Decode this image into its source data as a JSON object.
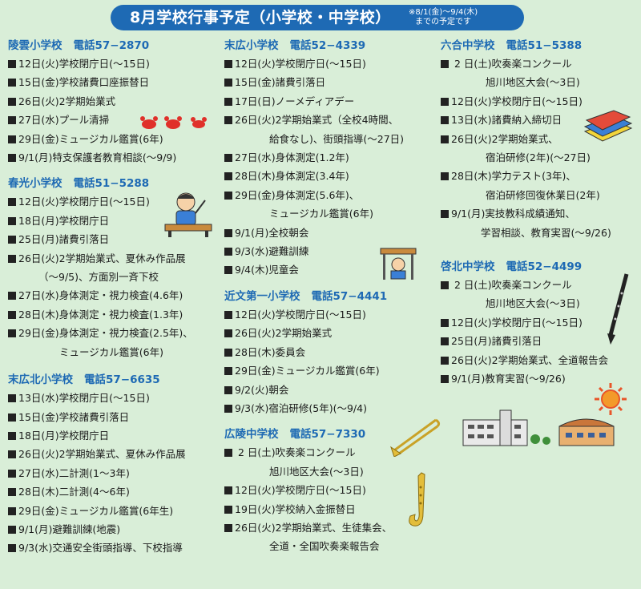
{
  "title": "8月学校行事予定（小学校・中学校）",
  "title_note": [
    "※8/1(金)〜9/4(木)",
    "までの予定です"
  ],
  "colors": {
    "heading": "#1e6ab4",
    "background": "#d9eed8",
    "title_bar": "#1e6ab4"
  },
  "columns": [
    {
      "schools": [
        {
          "name": "陵雲小学校",
          "tel": "電話57−2870",
          "events": [
            {
              "text": "12日(火)学校閉庁日(〜15日)"
            },
            {
              "text": "15日(金)学校諸費口座振替日"
            },
            {
              "text": "26日(火)2学期始業式"
            },
            {
              "text": "27日(水)プール清掃"
            },
            {
              "text": "29日(金)ミュージカル鑑賞(6年)"
            },
            {
              "text": "9/1(月)特支保護者教育相談(〜9/9)"
            }
          ]
        },
        {
          "name": "春光小学校",
          "tel": "電話51−5288",
          "events": [
            {
              "text": "12日(火)学校閉庁日(〜15日)"
            },
            {
              "text": "18日(月)学校閉庁日"
            },
            {
              "text": "25日(月)諸費引落日"
            },
            {
              "text": "26日(火)2学期始業式、夏休み作品展"
            },
            {
              "text": "（〜9/5)、方面別一斉下校",
              "cont": true,
              "indent": 38
            },
            {
              "text": "27日(水)身体測定・視力検査(4.6年)"
            },
            {
              "text": "28日(木)身体測定・視力検査(1.3年)"
            },
            {
              "text": "29日(金)身体測定・視力検査(2.5年)、"
            },
            {
              "text": "ミュージカル鑑賞(6年)",
              "cont": true,
              "indent": 64
            }
          ]
        },
        {
          "name": "末広北小学校",
          "tel": "電話57−6635",
          "events": [
            {
              "text": "13日(水)学校閉庁日(〜15日)"
            },
            {
              "text": "15日(金)学校諸費引落日"
            },
            {
              "text": "18日(月)学校閉庁日"
            },
            {
              "text": "26日(火)2学期始業式、夏休み作品展"
            },
            {
              "text": "27日(水)二計測(1〜3年)"
            },
            {
              "text": "28日(木)二計測(4〜6年)"
            },
            {
              "text": "29日(金)ミュージカル鑑賞(6年生)"
            },
            {
              "text": "9/1(月)避難訓練(地震)"
            },
            {
              "text": "9/3(水)交通安全街頭指導、下校指導"
            }
          ]
        }
      ]
    },
    {
      "schools": [
        {
          "name": "末広小学校",
          "tel": "電話52−4339",
          "events": [
            {
              "text": "12日(火)学校閉庁日(〜15日)"
            },
            {
              "text": "15日(金)諸費引落日"
            },
            {
              "text": "17日(日)ノーメディアデー"
            },
            {
              "text": "26日(火)2学期始業式（全校4時間、"
            },
            {
              "text": "給食なし)、街頭指導(〜27日)",
              "cont": true,
              "indent": 56
            },
            {
              "text": "27日(水)身体測定(1.2年)"
            },
            {
              "text": "28日(木)身体測定(3.4年)"
            },
            {
              "text": "29日(金)身体測定(5.6年)、"
            },
            {
              "text": "ミュージカル鑑賞(6年)",
              "cont": true,
              "indent": 56
            },
            {
              "text": "9/1(月)全校朝会"
            },
            {
              "text": "9/3(水)避難訓練"
            },
            {
              "text": "9/4(木)児童会"
            }
          ]
        },
        {
          "name": "近文第一小学校",
          "tel": "電話57−4441",
          "events": [
            {
              "text": "12日(火)学校閉庁日(〜15日)"
            },
            {
              "text": "26日(火)2学期始業式"
            },
            {
              "text": "28日(木)委員会"
            },
            {
              "text": "29日(金)ミュージカル鑑賞(6年)"
            },
            {
              "text": "9/2(火)朝会"
            },
            {
              "text": "9/3(水)宿泊研修(5年)(〜9/4)"
            }
          ]
        },
        {
          "name": "広陵中学校",
          "tel": "電話57−7330",
          "events": [
            {
              "text": " 2 日(土)吹奏楽コンクール"
            },
            {
              "text": "旭川地区大会(〜3日)",
              "cont": true,
              "indent": 56
            },
            {
              "text": "12日(火)学校閉庁日(〜15日)"
            },
            {
              "text": "19日(火)学校納入金振替日"
            },
            {
              "text": "26日(火)2学期始業式、生徒集会、"
            },
            {
              "text": "全道・全国吹奏楽報告会",
              "cont": true,
              "indent": 56
            }
          ]
        }
      ]
    },
    {
      "schools": [
        {
          "name": "六合中学校",
          "tel": "電話51−5388",
          "events": [
            {
              "text": " 2 日(土)吹奏楽コンクール"
            },
            {
              "text": "旭川地区大会(〜3日)",
              "cont": true,
              "indent": 56
            },
            {
              "text": "12日(火)学校閉庁日(〜15日)"
            },
            {
              "text": "13日(水)諸費納入締切日"
            },
            {
              "text": "26日(火)2学期始業式、"
            },
            {
              "text": "宿泊研修(2年)(〜27日)",
              "cont": true,
              "indent": 56
            },
            {
              "text": "28日(木)学力テスト(3年)、"
            },
            {
              "text": "宿泊研修回復休業日(2年)",
              "cont": true,
              "indent": 56
            },
            {
              "text": "9/1(月)実技教科成績通知、"
            },
            {
              "text": "学習相談、教育実習(〜9/26)",
              "cont": true,
              "indent": 50
            }
          ]
        },
        {
          "name": "啓北中学校",
          "tel": "電話52−4499",
          "events": [
            {
              "text": " 2 日(土)吹奏楽コンクール"
            },
            {
              "text": "旭川地区大会(〜3日)",
              "cont": true,
              "indent": 56
            },
            {
              "text": "12日(火)学校閉庁日(〜15日)"
            },
            {
              "text": "25日(月)諸費引落日"
            },
            {
              "text": "26日(火)2学期始業式、全道報告会"
            },
            {
              "text": "9/1(月)教育実習(〜9/26)"
            }
          ]
        }
      ]
    }
  ]
}
